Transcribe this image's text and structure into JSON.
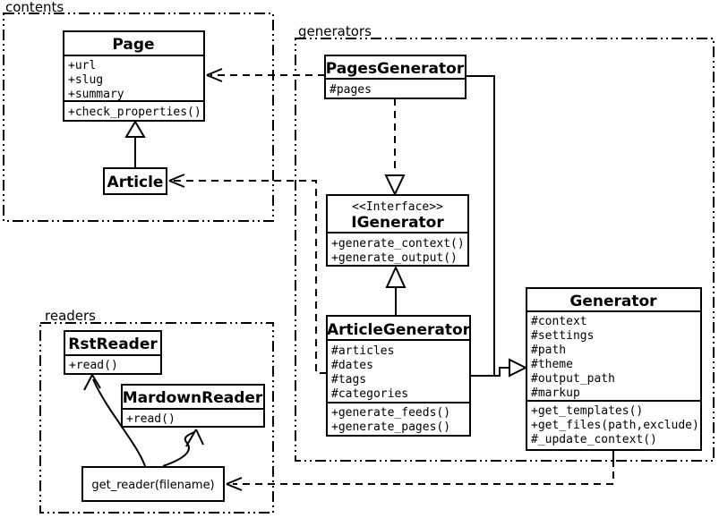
{
  "packages": {
    "contents": {
      "label": "contents"
    },
    "generators": {
      "label": "generators"
    },
    "readers": {
      "label": "readers"
    }
  },
  "classes": {
    "page": {
      "name": "Page",
      "attributes": [
        "+url",
        "+slug",
        "+summary"
      ],
      "methods": [
        "+check_properties()"
      ]
    },
    "article": {
      "name": "Article"
    },
    "pages_generator": {
      "name": "PagesGenerator",
      "attributes": [
        "#pages"
      ]
    },
    "igenerator": {
      "stereotype": "<<Interface>>",
      "name": "IGenerator",
      "methods": [
        "+generate_context()",
        "+generate_output()"
      ]
    },
    "article_generator": {
      "name": "ArticleGenerator",
      "attributes": [
        "#articles",
        "#dates",
        "#tags",
        "#categories"
      ],
      "methods": [
        "+generate_feeds()",
        "+generate_pages()"
      ]
    },
    "generator": {
      "name": "Generator",
      "attributes": [
        "#context",
        "#settings",
        "#path",
        "#theme",
        "#output_path",
        "#markup"
      ],
      "methods": [
        "+get_templates()",
        "+get_files(path,exclude)",
        "#_update_context()"
      ]
    },
    "rst_reader": {
      "name": "RstReader",
      "methods": [
        "+read()"
      ]
    },
    "mardown_reader": {
      "name": "MardownReader",
      "methods": [
        "+read()"
      ]
    }
  },
  "functions": {
    "get_reader": {
      "label": "get_reader(filename)"
    }
  },
  "colors": {
    "line": "#000000",
    "background": "#ffffff"
  }
}
